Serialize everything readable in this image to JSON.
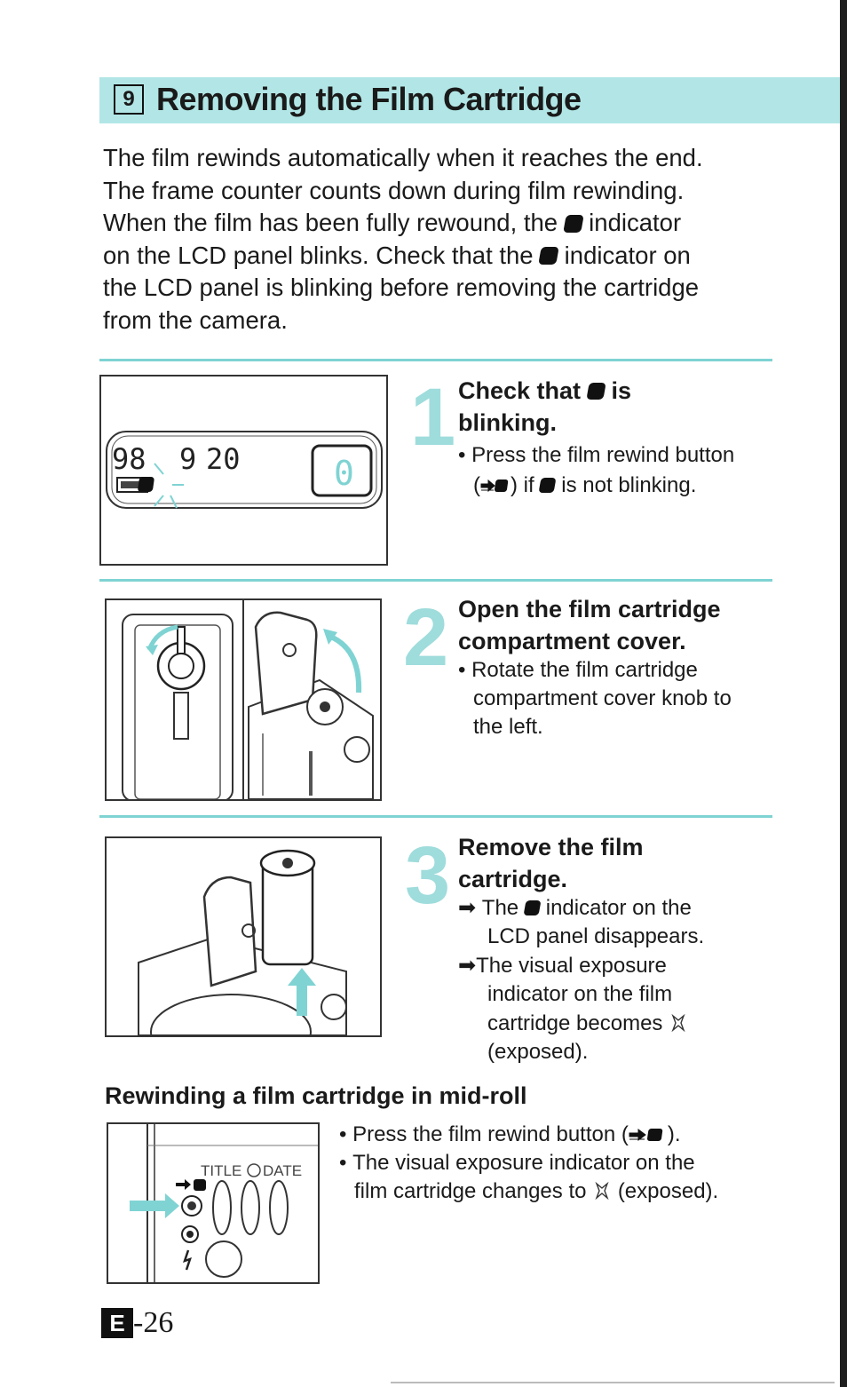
{
  "section": {
    "number": "9",
    "title": "Removing the Film Cartridge"
  },
  "intro": {
    "line1": "The film rewinds automatically when it reaches the end.",
    "line2": "The frame counter counts down during film rewinding.",
    "line3a": "When the film has been fully rewound, the",
    "line3b": "indicator",
    "line4a": "on the LCD panel blinks. Check that the",
    "line4b": "indicator on",
    "line5": "the LCD panel is blinking before removing the cartridge",
    "line6": "from the camera."
  },
  "icons": {
    "film_indicator": "film-cartridge-indicator-icon",
    "rewind_button": "film-rewind-button-icon",
    "exposed_mark": "exposed-mark-icon",
    "arrow": "result-arrow-icon"
  },
  "colors": {
    "accent": "#7fd3d3",
    "header_band": "#b2e6e6",
    "step_number": "#9fdcdc"
  },
  "lcd": {
    "year": "98",
    "month": "9",
    "day": "20",
    "counter": "0"
  },
  "steps": [
    {
      "number": "1",
      "title_a": "Check that",
      "title_b": "is",
      "title_c": "blinking.",
      "bullet_a": "Press the film rewind button",
      "bullet_b": "if",
      "bullet_c": "is not blinking."
    },
    {
      "number": "2",
      "title_a": "Open the film cartridge",
      "title_b": "compartment cover.",
      "bullet_line1": "Rotate the film cartridge",
      "bullet_line2": "compartment cover knob to",
      "bullet_line3": "the left."
    },
    {
      "number": "3",
      "title_a": "Remove the film",
      "title_b": "cartridge.",
      "result1_a": "The",
      "result1_b": "indicator on the",
      "result1_c": "LCD panel disappears.",
      "result2_a": "The visual exposure",
      "result2_b": "indicator on the film",
      "result2_c": "cartridge becomes",
      "result2_d": "(exposed)."
    }
  ],
  "midroll": {
    "heading": "Rewinding a film cartridge in mid-roll",
    "bullet1_a": "Press the film rewind button (",
    "bullet1_b": ").",
    "bullet2_a": "The visual exposure indicator on the",
    "bullet2_b": "film cartridge changes to",
    "bullet2_c": "(exposed).",
    "panel_title": "TITLE",
    "panel_date": "DATE"
  },
  "page": {
    "letter": "E",
    "number": "-26"
  }
}
